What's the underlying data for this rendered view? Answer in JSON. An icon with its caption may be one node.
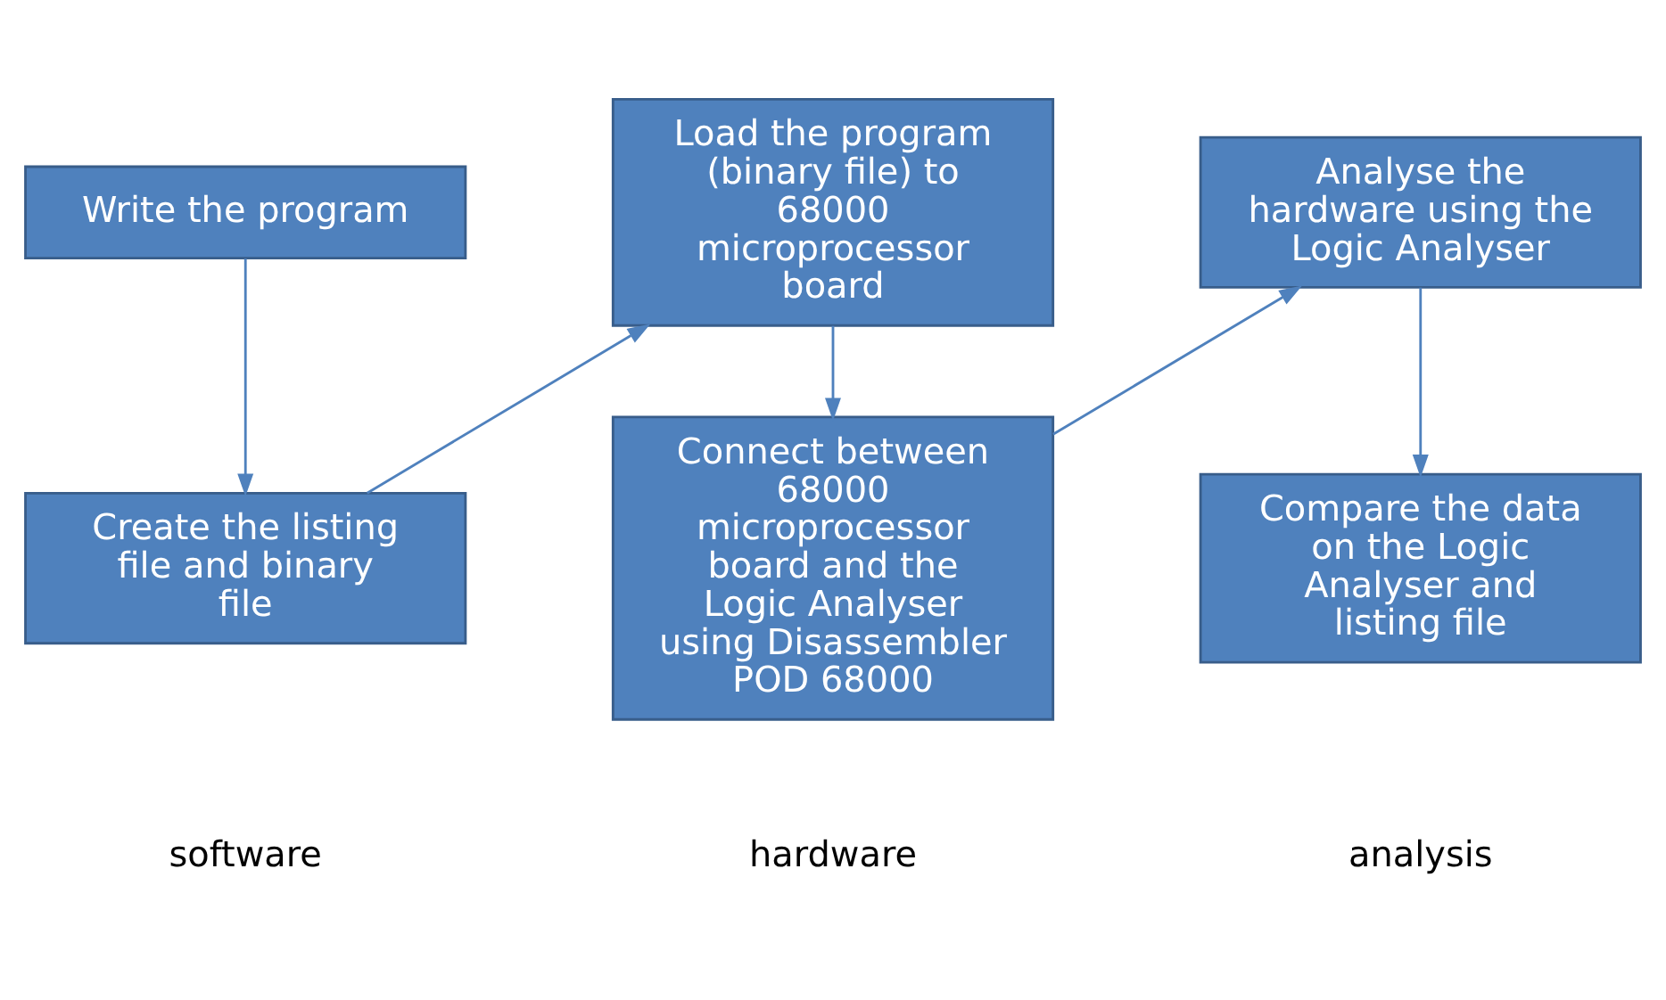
{
  "diagram": {
    "nodes": [
      {
        "text": [
          "Write the program"
        ]
      },
      {
        "text": [
          "Create the listing file and binary file"
        ]
      },
      {
        "text": [
          "Load the program (binary file) to 68000 microprocessor board"
        ]
      },
      {
        "text": [
          "Connect between 68000 microprocessor board and the Logic Analyser using Disassembler POD 68000"
        ]
      },
      {
        "text": [
          "Analyse the hardware using the Logic Analyser"
        ]
      },
      {
        "text": [
          "Compare the data on the Logic Analyser and listing file"
        ]
      }
    ],
    "edges": [
      {
        "from": 0,
        "to": 1,
        "arrow": "to"
      },
      {
        "from": 1,
        "to": 2,
        "arrow": "to"
      },
      {
        "from": 2,
        "to": 3,
        "arrow": "to"
      },
      {
        "from": 3,
        "to": 4,
        "arrow": "to"
      },
      {
        "from": 4,
        "to": 5,
        "arrow": "to"
      }
    ],
    "labels": [
      "software",
      "hardware",
      "analysis"
    ]
  }
}
